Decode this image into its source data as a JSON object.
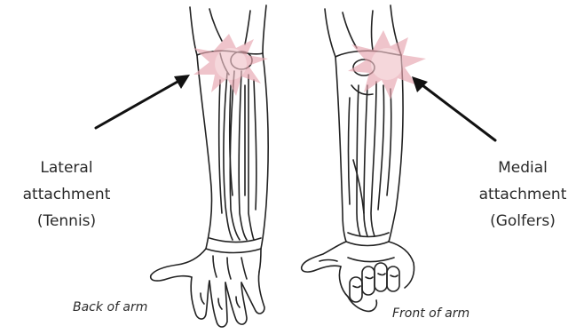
{
  "labels": {
    "lateral": {
      "line1": "Lateral",
      "line2": "attachment",
      "line3": "(Tennis)"
    },
    "medial": {
      "line1": "Medial",
      "line2": "attachment",
      "line3": "(Golfers)"
    }
  },
  "captions": {
    "back": "Back of arm",
    "front": "Front of arm"
  },
  "colors": {
    "pain_highlight": "#e8a6b0",
    "line_art": "#222222",
    "arrow": "#111111"
  },
  "icons": {
    "left_figure": "forearm-back-view-illustration",
    "right_figure": "forearm-front-view-illustration",
    "pain_marker": "starburst-pain-highlight"
  }
}
